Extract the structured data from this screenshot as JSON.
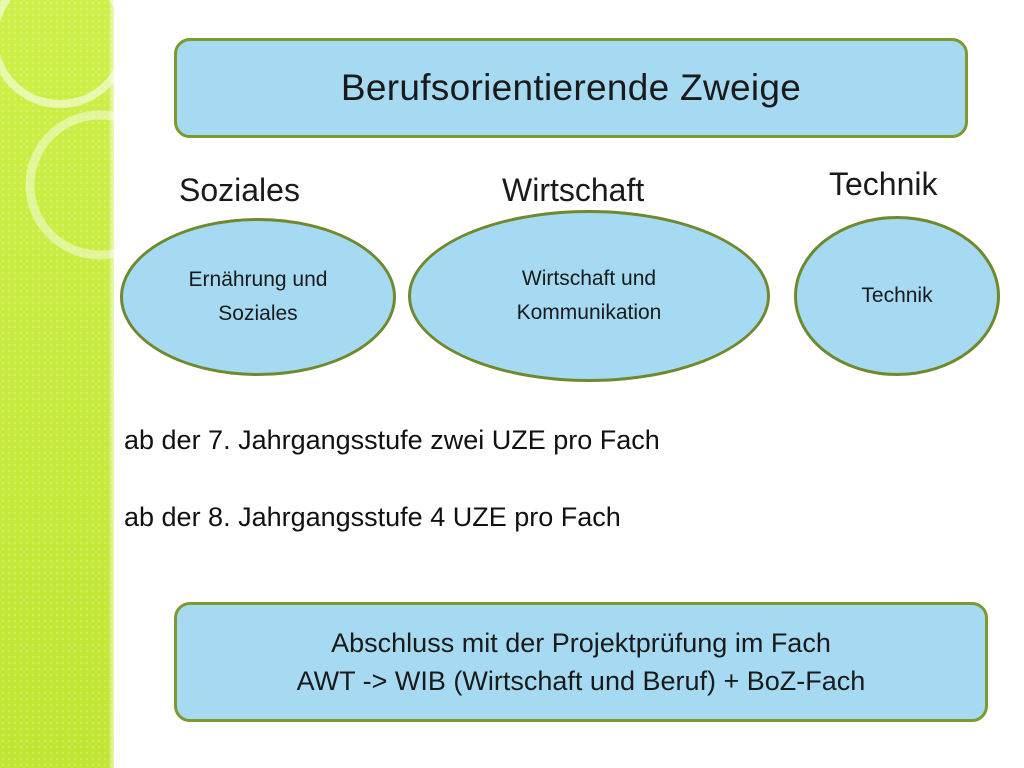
{
  "title": "Berufsorientierende Zweige",
  "branches": [
    {
      "heading": "Soziales",
      "ellipse_label": "Ernährung und\nSoziales"
    },
    {
      "heading": "Wirtschaft",
      "ellipse_label": "Wirtschaft und\nKommunikation"
    },
    {
      "heading": "Technik",
      "ellipse_label": "Technik"
    }
  ],
  "info_lines": [
    "ab der 7. Jahrgangsstufe zwei UZE pro Fach",
    "ab der 8. Jahrgangsstufe 4 UZE pro Fach"
  ],
  "conclusion": {
    "line1": "Abschluss mit der Projektprüfung im Fach",
    "line2": "AWT -> WIB (Wirtschaft und Beruf) + BoZ-Fach"
  },
  "colors": {
    "box_fill": "#a6d9f2",
    "box_border": "#7d9a2e",
    "side_band": "#c8ec3c"
  }
}
